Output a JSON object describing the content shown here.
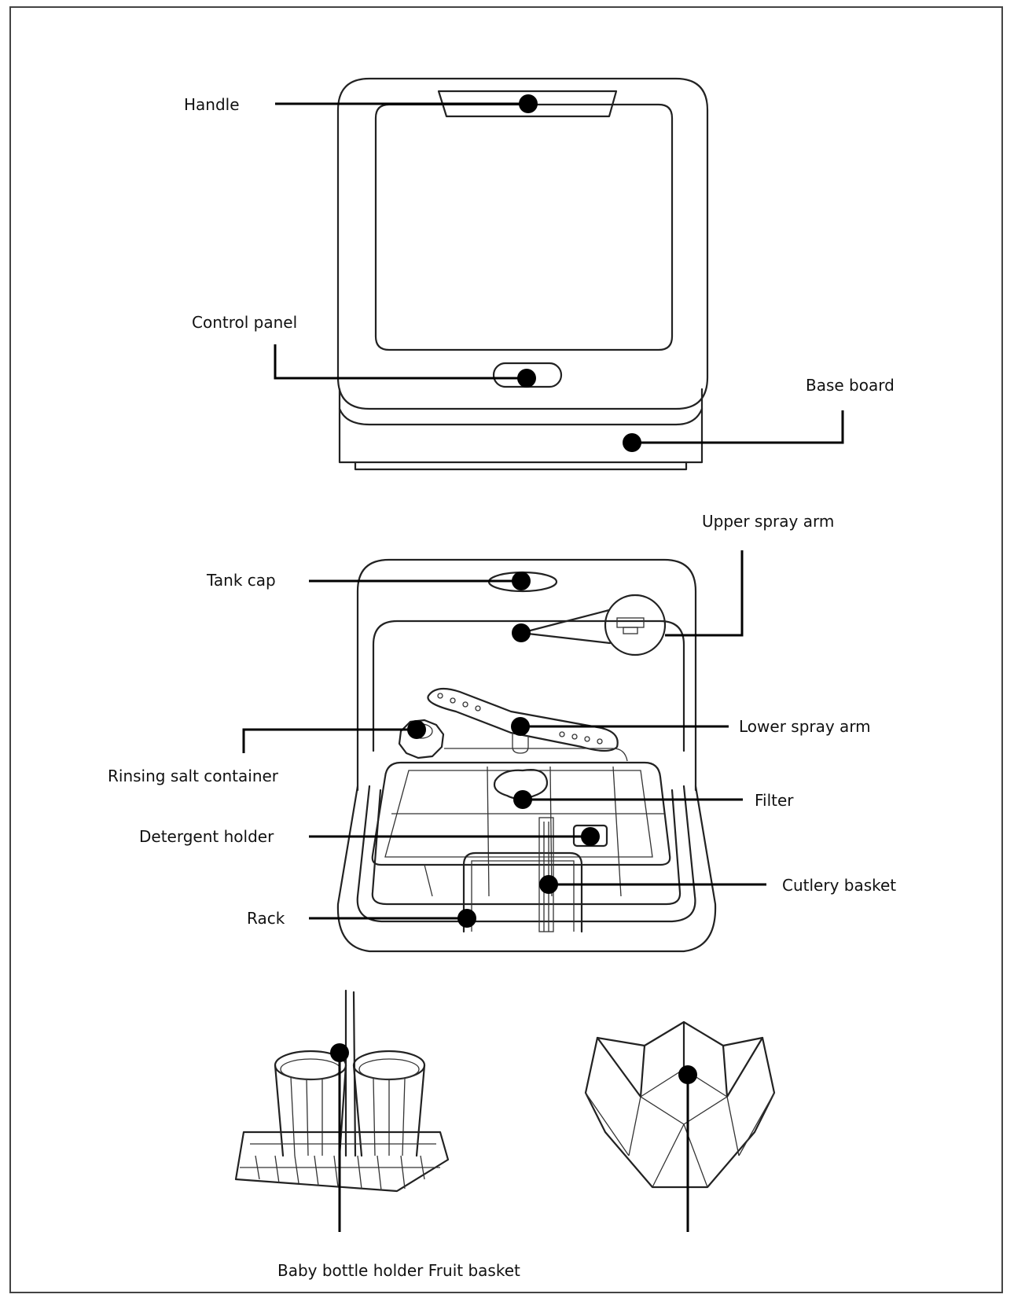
{
  "labels": {
    "handle": "Handle",
    "control_panel": "Control panel",
    "base_board": "Base board",
    "upper_spray_arm": "Upper spray arm",
    "tank_cap": "Tank cap",
    "lower_spray_arm": "Lower spray arm",
    "rinsing_salt_container": "Rinsing salt container",
    "filter": "Filter",
    "detergent_holder": "Detergent holder",
    "cutlery_basket": "Cutlery basket",
    "rack": "Rack",
    "bottom_caption": "Baby bottle holder Fruit basket"
  },
  "colors": {
    "line": "#222222",
    "dot": "#000000",
    "background": "#ffffff"
  }
}
